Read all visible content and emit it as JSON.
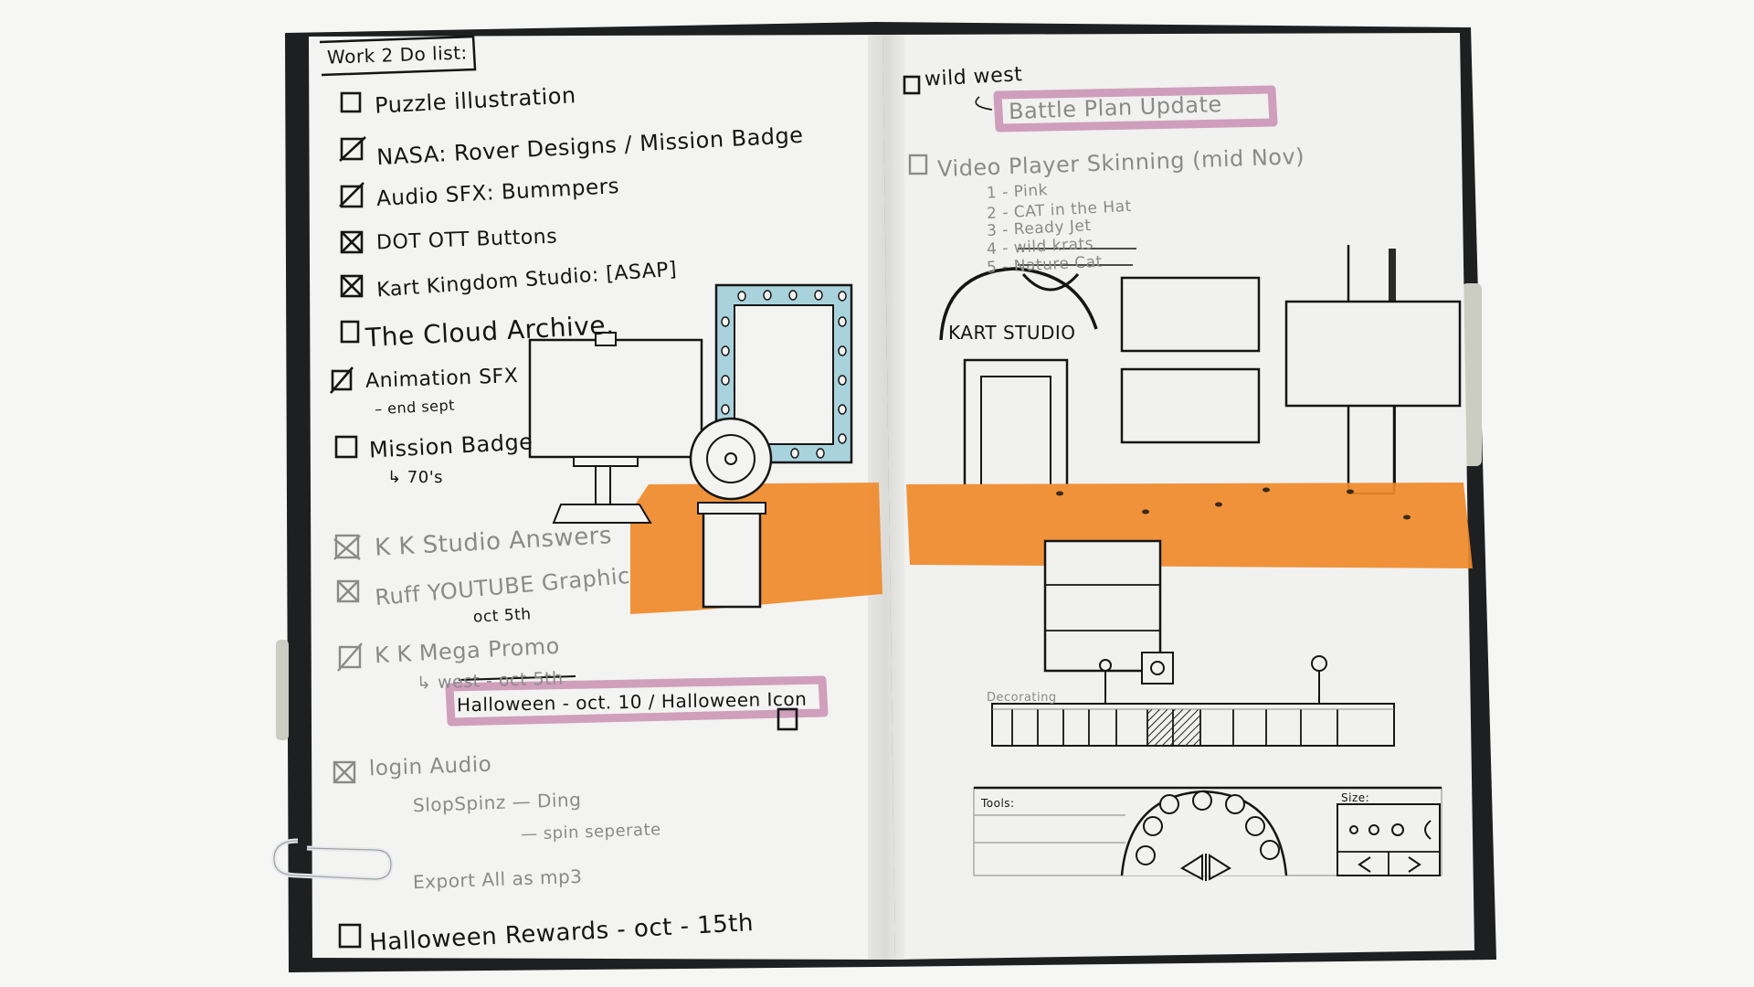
{
  "left_page": {
    "header": "Work 2 Do list:",
    "items": [
      {
        "text": "Puzzle illustration",
        "checked": false,
        "ink": "pen"
      },
      {
        "text": "NASA: Rover Designs / Mission Badge",
        "checked": true,
        "ink": "pen"
      },
      {
        "text": "Audio SFX: Bummpers",
        "checked": true,
        "ink": "pen"
      },
      {
        "text": "DOT OTT Buttons",
        "checked": true,
        "ink": "pen"
      },
      {
        "text": "Kart Kingdom Studio: [ASAP]",
        "checked": true,
        "ink": "pen"
      },
      {
        "text": "The Cloud Archive.",
        "checked": false,
        "ink": "pen"
      },
      {
        "text": "Animation SFX",
        "checked": true,
        "ink": "pen"
      },
      {
        "text": "Mission Badge",
        "checked": false,
        "ink": "pen"
      },
      {
        "text": "K K Studio Answers",
        "checked": true,
        "ink": "pencil"
      },
      {
        "text": "Ruff YOUTUBE Graphic",
        "checked": true,
        "ink": "pencil"
      },
      {
        "text": "K K Mega Promo",
        "checked": true,
        "ink": "pencil"
      },
      {
        "text": "login Audio",
        "checked": true,
        "ink": "pencil"
      },
      {
        "text": "Halloween Rewards - oct - 15th",
        "checked": false,
        "ink": "pen"
      }
    ],
    "subnotes": {
      "animation_sfx": "– end sept",
      "mission_badge": "↳ 70's",
      "ruff_date": "oct 5th",
      "mega_promo_sub": "↳ west - oct 5th",
      "halloween_sub": "Halloween - oct. 10 / Halloween Icon",
      "login_sub1": "SlopSpinz — Ding",
      "login_sub2": "— spin seperate",
      "login_sub3": "Export All as mp3"
    }
  },
  "right_page": {
    "wild_west": "wild west",
    "battle_plan": "Battle Plan Update",
    "video_player": "Video Player Skinning (mid Nov)",
    "video_list": [
      "1 - Pink",
      "2 - CAT in the Hat",
      "3 - Ready Jet",
      "4 - wild krats",
      "5 - Nature Cat"
    ],
    "kart_studio": "KART STUDIO",
    "decoration_label": "Decorating",
    "tools_label": "Tools:",
    "size_label": "Size:"
  },
  "colors": {
    "orange": "#f08a2a",
    "pink_highlight": "#c98fb3",
    "mirror_blue": "#a9d3dc",
    "page": "#f3f3f1",
    "cover": "#1e1f21"
  }
}
